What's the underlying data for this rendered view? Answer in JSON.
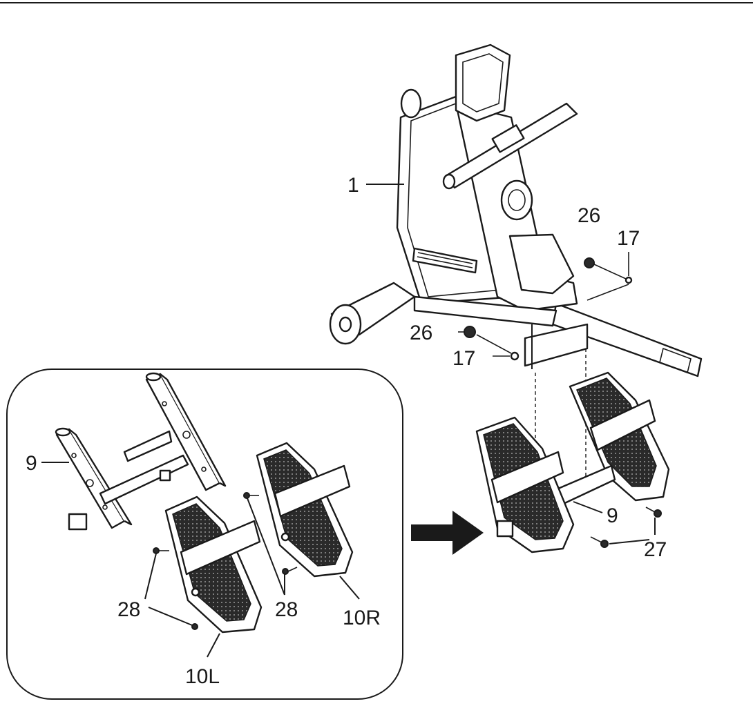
{
  "labels": {
    "frame": "1",
    "cap_nut_upper": "26",
    "washer_upper": "17",
    "cap_nut_lower": "26",
    "washer_lower": "17",
    "stabilizer_detail": "9",
    "stabilizer_main": "9",
    "bolts": "27",
    "screws_left": "28",
    "screws_right": "28",
    "pedal_right": "10R",
    "pedal_left": "10L"
  },
  "colors": {
    "line": "#1a1a1a",
    "tread": "#2a2a2a",
    "background": "#ffffff"
  },
  "icons": {
    "direction": "arrow-right-icon"
  }
}
